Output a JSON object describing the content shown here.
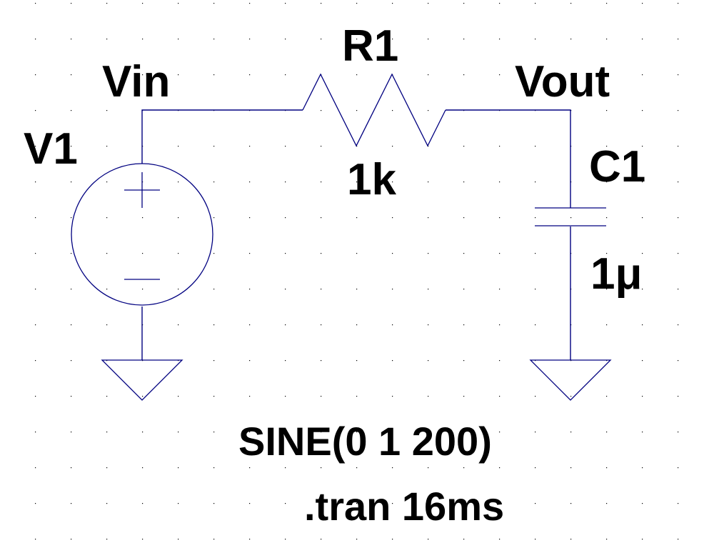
{
  "schematic": {
    "title": "RC low-pass filter",
    "wire_color": "#000080",
    "label_color": "#000000",
    "background": "#ffffff",
    "nets": {
      "input": "Vin",
      "output": "Vout"
    },
    "components": {
      "source": {
        "ref": "V1",
        "value": "SINE(0 1 200)",
        "type": "voltage-source"
      },
      "resistor": {
        "ref": "R1",
        "value": "1k",
        "type": "resistor"
      },
      "capacitor": {
        "ref": "C1",
        "value": "1μ",
        "type": "capacitor"
      }
    },
    "directive": ".tran 16ms"
  }
}
